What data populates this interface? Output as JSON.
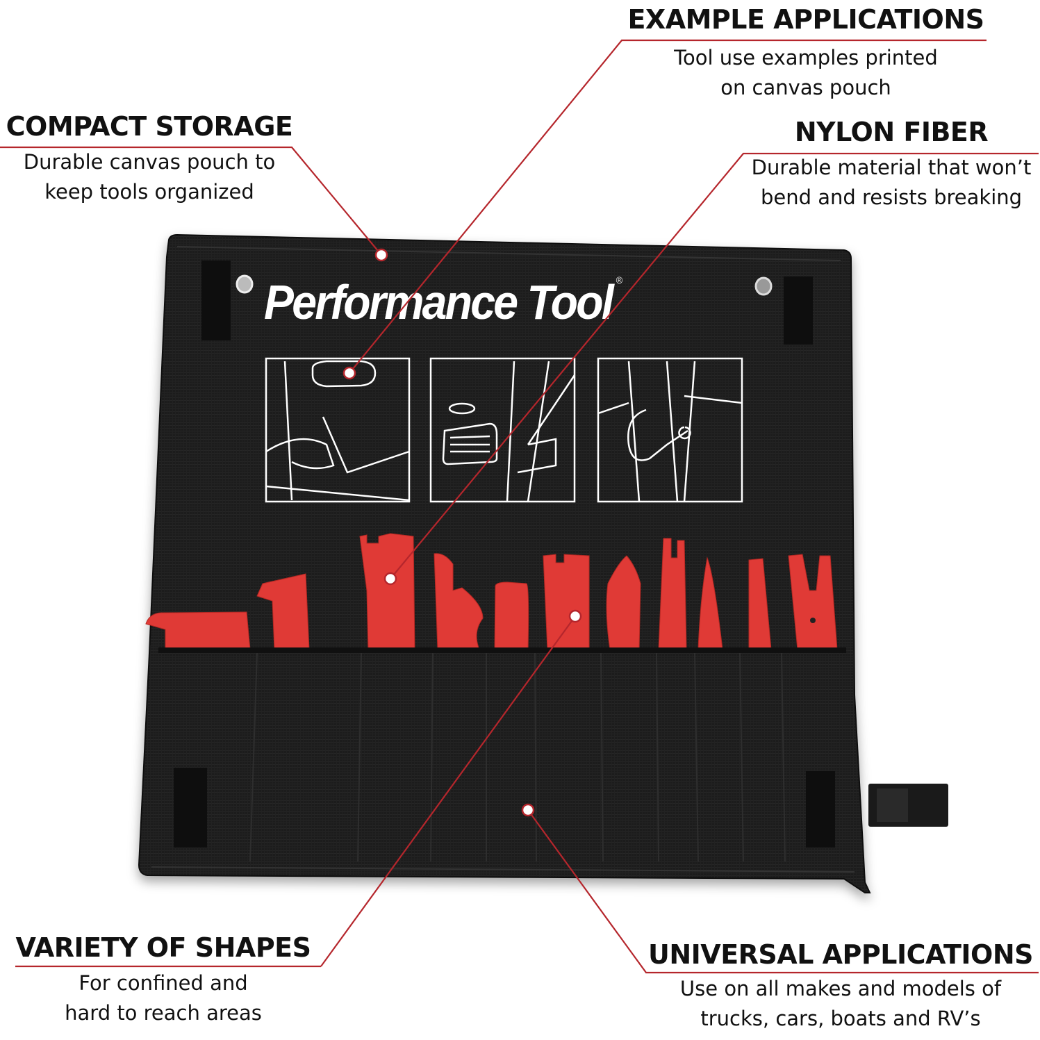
{
  "product": {
    "brand_name": "Performance Tool",
    "registered_mark": "®",
    "pouch_color": "#1b1b1b",
    "tool_color": "#e03a36",
    "accent_line_color": "#b5262c",
    "illustration_panels": [
      {
        "label": "door-handle-trim-removal"
      },
      {
        "label": "dashboard-vent-removal"
      },
      {
        "label": "door-panel-clip-removal"
      }
    ],
    "tool_count": 11
  },
  "callouts": {
    "example_applications": {
      "title": "EXAMPLE APPLICATIONS",
      "line1": "Tool use examples printed",
      "line2": "on canvas pouch"
    },
    "compact_storage": {
      "title": "COMPACT STORAGE",
      "line1": "Durable canvas pouch to",
      "line2": "keep tools organized"
    },
    "nylon_fiber": {
      "title": "NYLON FIBER",
      "line1": "Durable material that won’t",
      "line2": "bend and resists breaking"
    },
    "variety_of_shapes": {
      "title": "VARIETY OF SHAPES",
      "line1": "For confined and",
      "line2": "hard to reach areas"
    },
    "universal_applications": {
      "title": "UNIVERSAL APPLICATIONS",
      "line1": "Use on all makes and models of",
      "line2": "trucks, cars, boats and RV’s"
    }
  }
}
